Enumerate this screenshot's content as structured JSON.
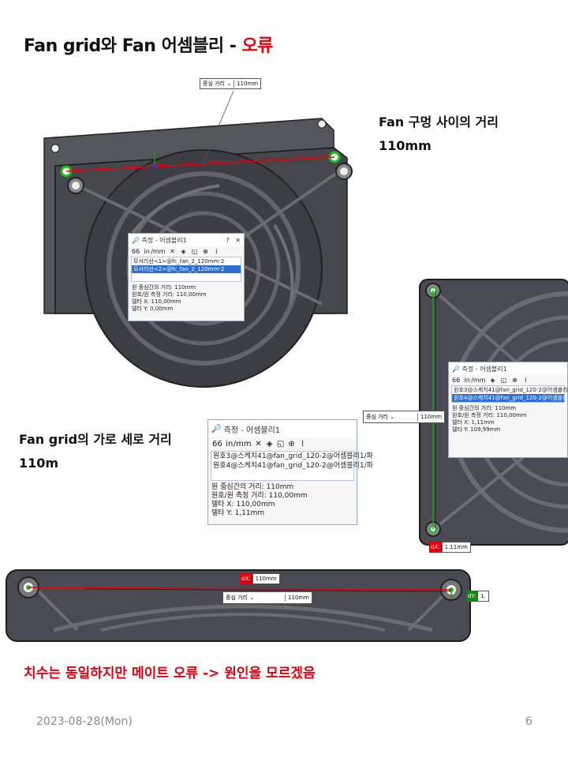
{
  "slide": {
    "title_main": "Fan grid와 Fan 어셈블리 - ",
    "title_error": "오류",
    "caption1_line1": "Fan 구멍 사이의 거리",
    "caption1_line2": "110mm",
    "caption2_line1": "Fan grid의 가로 세로 거리",
    "caption2_line2": "110m",
    "note": "치수는 동일하지만 메이트 오류 -> 원인을 모르겠음",
    "date": "2023-08-28(Mon)",
    "page": "6"
  },
  "shot1": {
    "tag_label": "중심 거리",
    "tag_value": "110mm",
    "dialog": {
      "title": "측정 - 어셈블리1",
      "help": "?",
      "close": "✕",
      "selections": [
        "모서리선<1>@fc_fan_2_120mm-2",
        "모서리선<2>@fc_fan_2_120mm-2"
      ],
      "results": [
        "원 중심간의 거리: 110mm",
        "원호/원 측정 거리: 110,00mm",
        "델타 X: 110,00mm",
        "델타 Y: 0,00mm"
      ]
    }
  },
  "shot2": {
    "dialog": {
      "title": "측정 - 어셈블리1",
      "selections": [
        "원호3@스케치41@fan_grid_120-2@어셈블리1/파",
        "원호4@스케치41@fan_grid_120-2@어셈블리1/파"
      ],
      "results": [
        "원 중심간의 거리: 110mm",
        "원호/원 측정 거리: 110,00mm",
        "델타 X: 110,00mm",
        "델타 Y: 1,11mm"
      ]
    }
  },
  "shot3": {
    "tag_label": "중심 거리",
    "tag_value": "110mm",
    "dx_key": "dX:",
    "dx_value": "1.11mm",
    "dialog": {
      "title": "측정 - 어셈블리1",
      "selections": [
        "원호3@스케치41@fan_grid_120-2@어셈블리",
        "원호4@스케치41@fan_grid_120-2@어셈블리"
      ],
      "results": [
        "원 중심간의 거리: 110mm",
        "원호/원 측정 거리: 110,00mm",
        "델타 X: 1,11mm",
        "델타 Y: 109,99mm"
      ]
    }
  },
  "shot4": {
    "dx_key": "dX:",
    "dx_value": "110mm",
    "tag_label": "중심 거리",
    "tag_value": "110mm",
    "dy_key": "dY:",
    "dy_value": "1."
  },
  "toolbar": {
    "glasses": "66",
    "in": "in",
    "mm": "mm",
    "units_icon": "units-icon",
    "diamond_icon": "measure-diamond-icon",
    "graph_icon": "graph-icon"
  },
  "colors": {
    "red": "#e3000f",
    "cad_dark": "#3f3f46",
    "select_blue": "#2a6fd1"
  }
}
